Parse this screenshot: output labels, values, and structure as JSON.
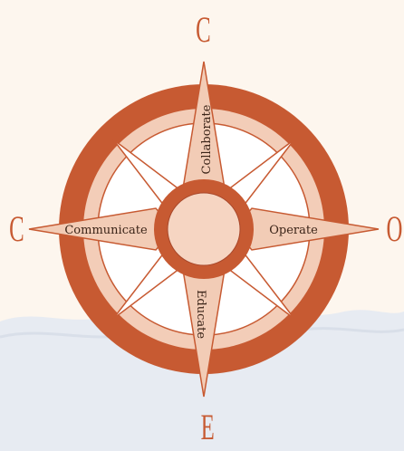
{
  "compass": {
    "letters": {
      "north": "C",
      "west": "C",
      "east": "O",
      "south": "E"
    },
    "points": {
      "north": "Collaborate",
      "west": "Communicate",
      "east": "Operate",
      "south": "Educate"
    }
  },
  "colors": {
    "background": "#fdf6ee",
    "ring_outer": "#c75a32",
    "ring_light": "#f3cdb8",
    "star_fill": "#f2ccb6",
    "star_stroke": "#c75a32",
    "hub_ring": "#c75a32",
    "hub_center": "#f6d5c2",
    "ground": "#e7ebf2"
  }
}
